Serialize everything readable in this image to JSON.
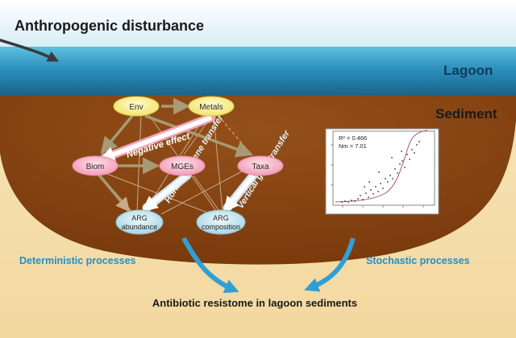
{
  "header": {
    "title": "Anthropogenic disturbance"
  },
  "layers": {
    "lagoon": "Lagoon",
    "sediment": "Sediment"
  },
  "nodes": {
    "env": "Env",
    "metals": "Metals",
    "biom": "Biom",
    "mges": "MGEs",
    "taxa": "Taxa",
    "arg_abundance_1": "ARG",
    "arg_abundance_2": "abundance",
    "arg_composition_1": "ARG",
    "arg_composition_2": "composition"
  },
  "arrows": {
    "negative": "Negative effect",
    "horizontal": "Horizontal gene transfer",
    "vertical": "Vertical gene transfer"
  },
  "inset": {
    "r2": "R² = 0.466",
    "nm": "Nm = 7.01"
  },
  "processes": {
    "deterministic": "Deterministic processes",
    "stochastic": "Stochastic processes"
  },
  "footer": {
    "result": "Antibiotic resistome in lagoon sediments"
  },
  "colors": {
    "sky_top": "#ffffff",
    "sky_bottom": "#dbeef6",
    "water_top": "#4fb3d6",
    "water_bottom": "#1a6a92",
    "sediment": "#8c4512",
    "sand": "#f6e2b4",
    "node_env": "#f7ef8e",
    "node_pink": "#f6b6c9",
    "node_arg": "#c9e6ee",
    "arrow_blue": "#2f9fd6",
    "process_text": "#1f8fcf",
    "title_text": "#1a1a1a"
  },
  "icons": [
    "curved-arrow-icon",
    "scatter-plot-icon"
  ]
}
